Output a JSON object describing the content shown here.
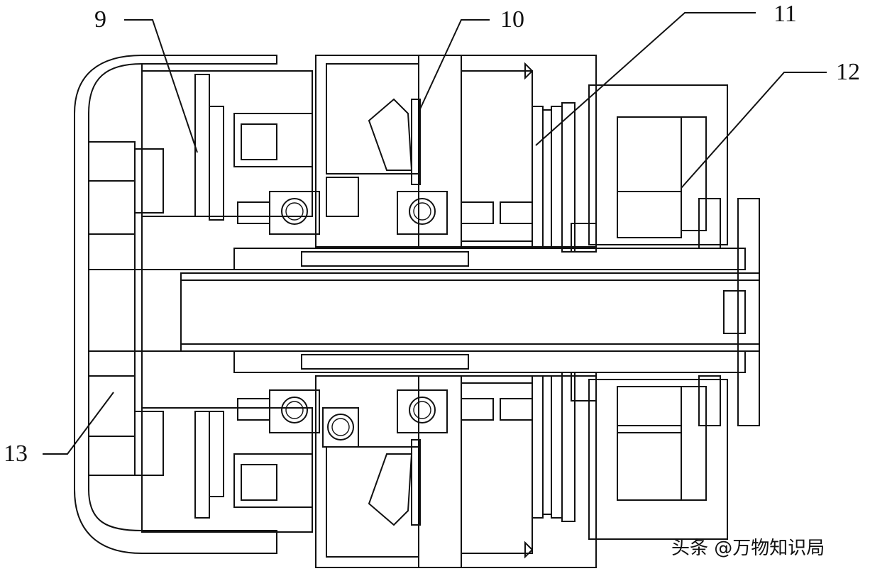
{
  "callouts": [
    {
      "id": "9",
      "label": "9"
    },
    {
      "id": "10",
      "label": "10"
    },
    {
      "id": "11",
      "label": "11"
    },
    {
      "id": "12",
      "label": "12"
    },
    {
      "id": "13",
      "label": "13"
    }
  ],
  "watermark": {
    "text": "头条 @万物知识局"
  }
}
